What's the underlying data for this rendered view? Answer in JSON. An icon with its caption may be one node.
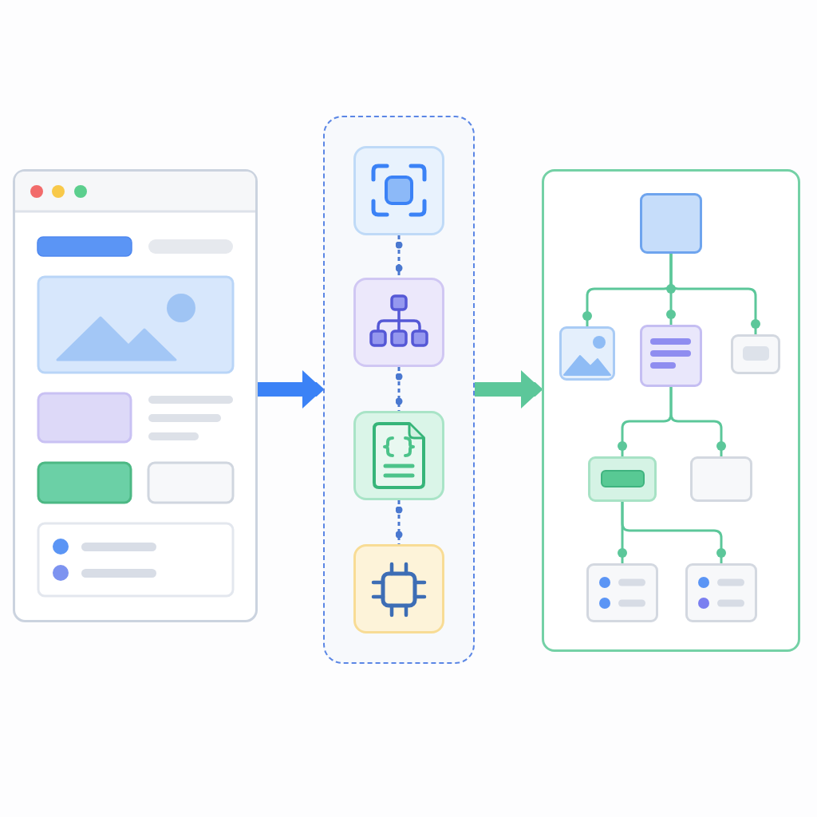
{
  "diagram": {
    "nodes": [
      {
        "text": [],
        "shape": "picture"
      },
      {
        "text": [],
        "shape": "box"
      },
      {
        "text": [],
        "shape": "box",
        "in": 1
      },
      {
        "text": [],
        "shape": "box",
        "in": 1
      },
      {
        "text": [],
        "shape": "box",
        "in": 1
      },
      {
        "text": [],
        "shape": "box",
        "in": 1
      },
      {
        "text": [],
        "shape": "box"
      },
      {
        "text": [],
        "shape": "box",
        "in": 6
      },
      {
        "text": [],
        "shape": "box",
        "in": 6
      },
      {
        "text": [],
        "shape": "box",
        "in": 6
      },
      {
        "text": [],
        "shape": "box",
        "in": 6
      },
      {
        "text": [],
        "shape": "box",
        "in": 6
      },
      {
        "text": [],
        "shape": "box",
        "in": 6
      },
      {
        "text": [],
        "shape": "box",
        "in": 6
      },
      {
        "text": [],
        "shape": "box",
        "in": 6
      }
    ],
    "edges": [
      {
        "from": 0,
        "to": 1,
        "arrow": "to",
        "style": "thick",
        "color": "#3b82f6"
      },
      {
        "from": 1,
        "to": 6,
        "arrow": "to",
        "style": "thick"
      },
      {
        "from": 2,
        "to": 3,
        "arrow": "other",
        "style": "dashed",
        "color": "#4a78d0"
      },
      {
        "from": 3,
        "to": 4,
        "arrow": "other",
        "style": "dashed",
        "color": "#4a78d0"
      },
      {
        "from": 4,
        "to": 5,
        "arrow": "other",
        "style": "dashed",
        "color": "#4a78d0"
      },
      {
        "from": 7,
        "to": 8,
        "arrow": "other"
      },
      {
        "from": 7,
        "to": 9,
        "arrow": "other"
      },
      {
        "from": 7,
        "to": 10,
        "arrow": "other"
      },
      {
        "from": 9,
        "to": 11,
        "arrow": "other"
      },
      {
        "from": 9,
        "to": 12,
        "arrow": "other"
      },
      {
        "from": 11,
        "to": 13,
        "arrow": "other"
      },
      {
        "from": 11,
        "to": 14,
        "arrow": "other"
      }
    ]
  }
}
